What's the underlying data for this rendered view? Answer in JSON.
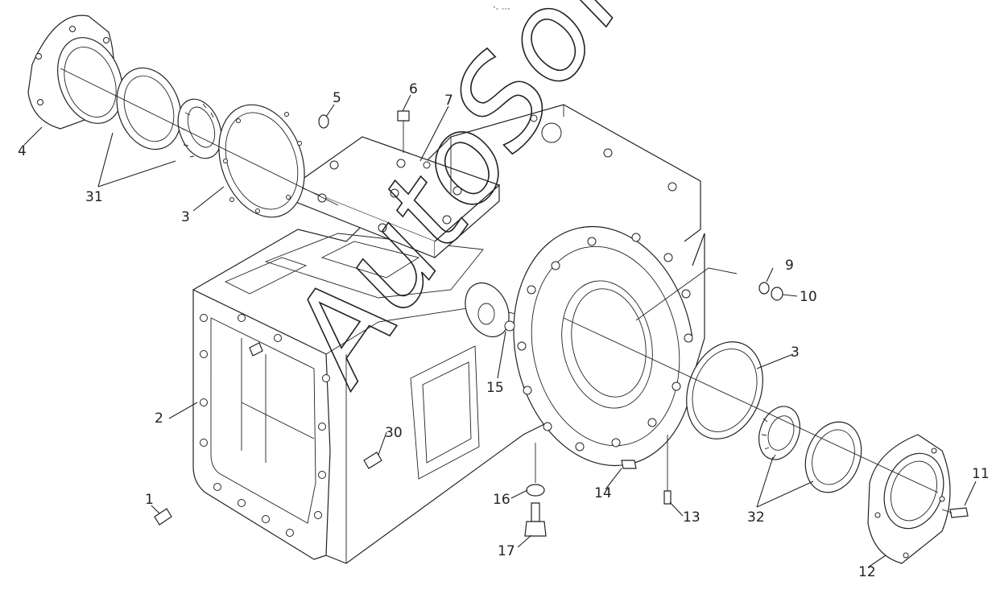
{
  "header_mark": "⁰ₐ ₙₙₒ",
  "labels": [
    "1",
    "2",
    "3",
    "3",
    "4",
    "5",
    "6",
    "7",
    "9",
    "10",
    "11",
    "12",
    "13",
    "14",
    "15",
    "16",
    "17",
    "30",
    "31",
    "32"
  ],
  "watermark": "AutoSoft"
}
